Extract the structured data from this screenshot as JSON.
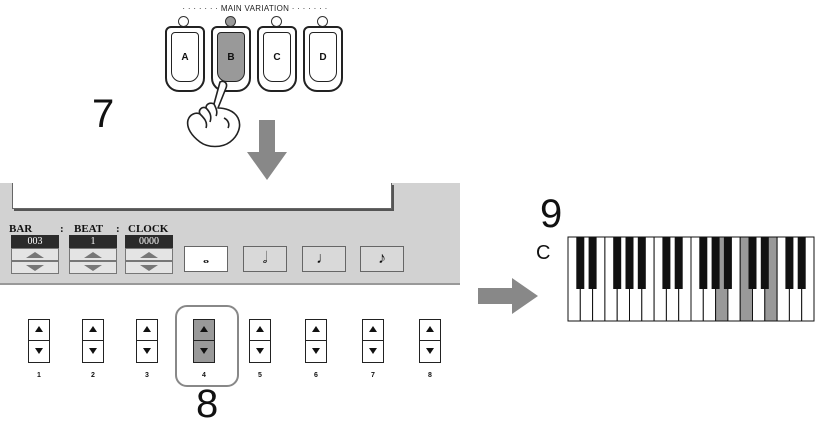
{
  "main_variation": {
    "label": "MAIN VARIATION",
    "buttons": [
      {
        "label": "A",
        "led_on": false,
        "pressed": false
      },
      {
        "label": "B",
        "led_on": true,
        "pressed": true
      },
      {
        "label": "C",
        "led_on": false,
        "pressed": false
      },
      {
        "label": "D",
        "led_on": false,
        "pressed": false
      }
    ]
  },
  "steps": {
    "seven": "7",
    "eight": "8",
    "nine": "9"
  },
  "screen": {
    "bar": {
      "label": "BAR",
      "value": "003"
    },
    "beat_sep": ":",
    "beat": {
      "label": "BEAT",
      "value": "1"
    },
    "clock_sep": ":",
    "clock": {
      "label": "CLOCK",
      "value": "0000"
    },
    "note_buttons": [
      {
        "symbol": "𝅝",
        "name": "whole-note",
        "selected": true
      },
      {
        "symbol": "𝅗𝅥",
        "name": "half-note",
        "selected": false
      },
      {
        "symbol": "♩",
        "name": "quarter-note",
        "selected": false
      },
      {
        "symbol": "♪",
        "name": "eighth-note",
        "selected": false
      }
    ]
  },
  "hardware_buttons": [
    "1",
    "2",
    "3",
    "4",
    "5",
    "6",
    "7",
    "8"
  ],
  "active_hardware_button": "4",
  "keyboard": {
    "start_key_label": "C",
    "highlighted_keys": [
      "A",
      "C",
      "E"
    ]
  },
  "colors": {
    "highlight": "#999999",
    "arrow": "#888888",
    "display": "#d2d2d2"
  }
}
